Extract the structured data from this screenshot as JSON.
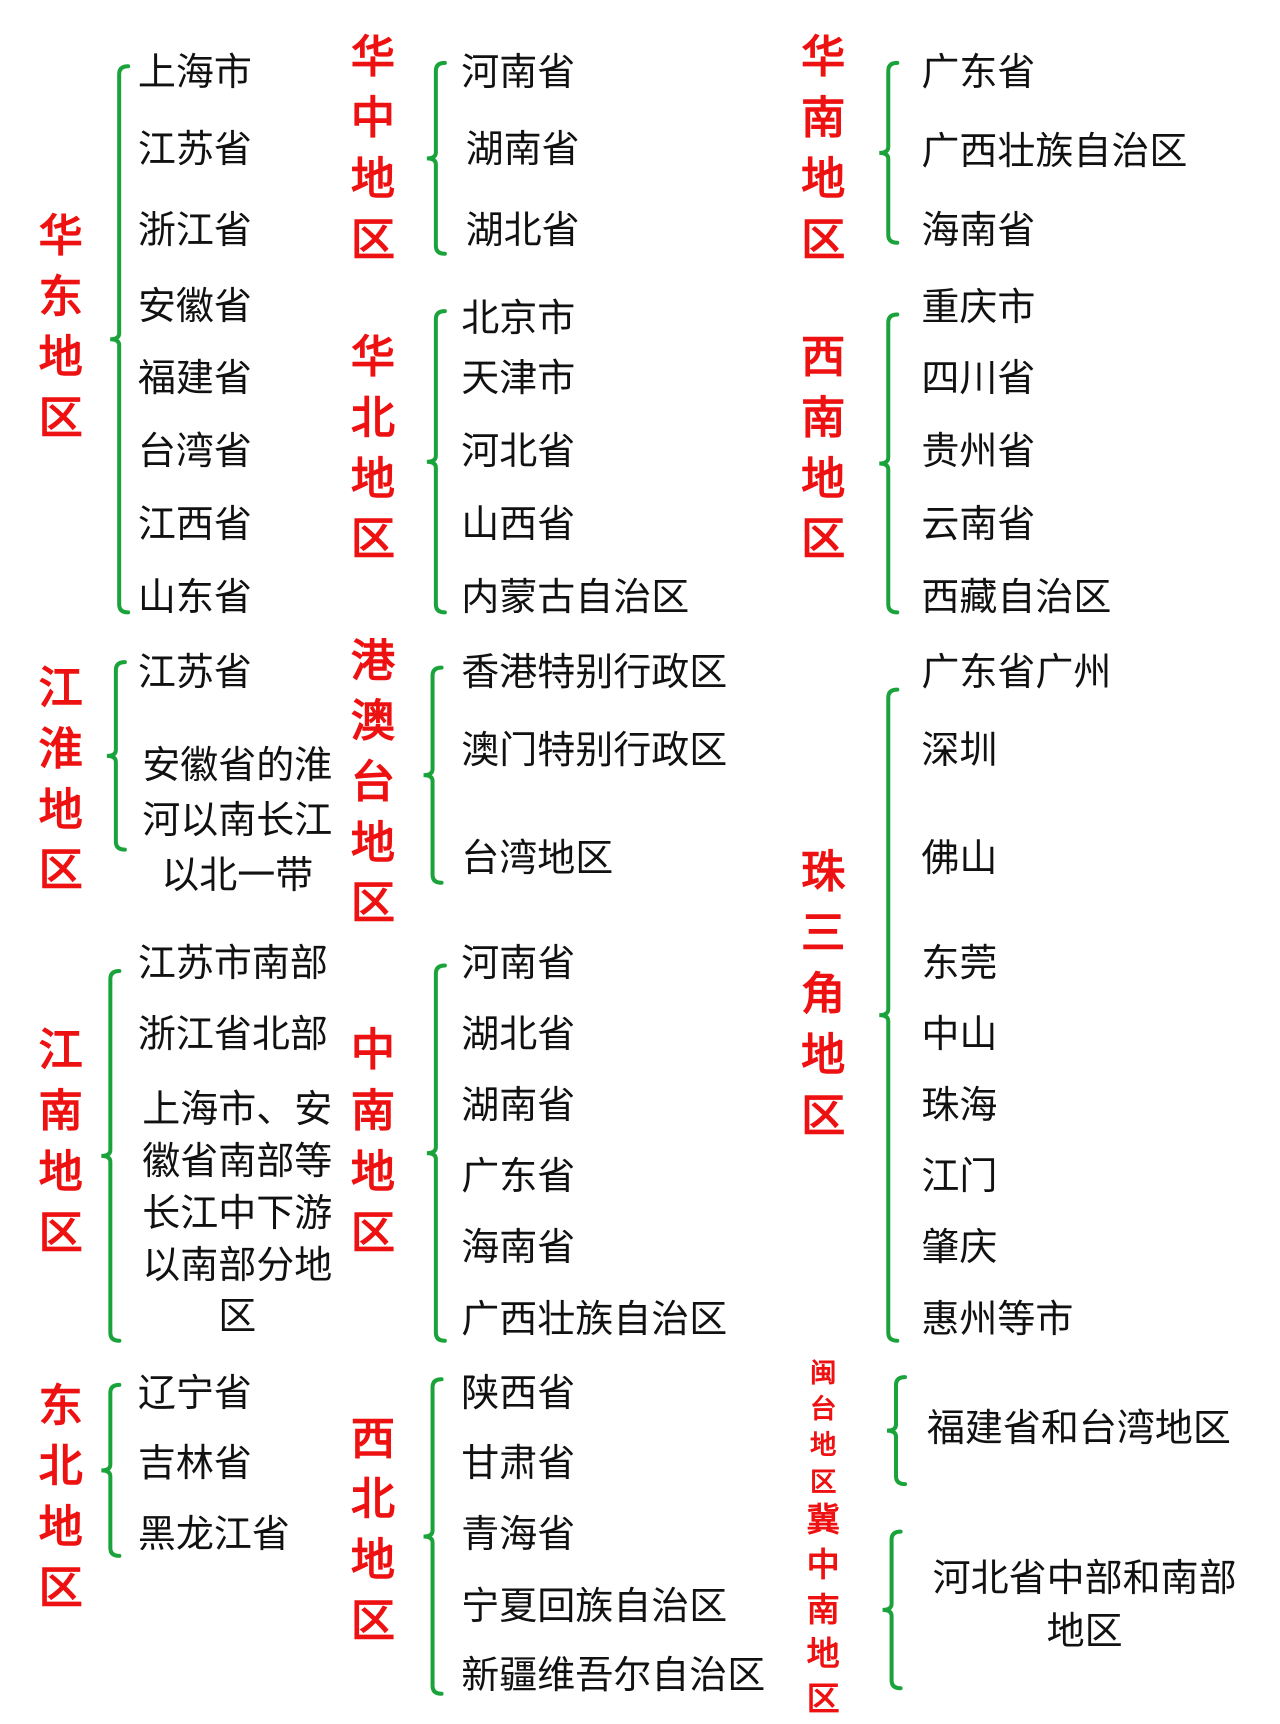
{
  "colors": {
    "label": "#ee1111",
    "brace": "#1aa33a",
    "text": "#111111"
  },
  "groups": [
    {
      "label": "华东地区",
      "items": [
        "上海市",
        "江苏省",
        "浙江省",
        "安徽省",
        "福建省",
        "台湾省",
        "江西省",
        "山东省"
      ]
    },
    {
      "label": "华中地区",
      "items": [
        "河南省",
        "湖南省",
        "湖北省"
      ]
    },
    {
      "label": "华南地区",
      "items": [
        "广东省",
        "广西壮族自治区",
        "海南省"
      ]
    },
    {
      "label": "华北地区",
      "items": [
        "北京市",
        "天津市",
        "河北省",
        "山西省",
        "内蒙古自治区"
      ]
    },
    {
      "label": "西南地区",
      "items": [
        "重庆市",
        "四川省",
        "贵州省",
        "云南省",
        "西藏自治区"
      ]
    },
    {
      "label": "江淮地区",
      "items": [
        "江苏省",
        "安徽省的淮",
        "河以南长江",
        "以北一带"
      ]
    },
    {
      "label": "港澳台地区",
      "items": [
        "香港特别行政区",
        "澳门特别行政区",
        "台湾地区"
      ]
    },
    {
      "label": "珠三角地区",
      "items": [
        "广东省广州",
        "深圳",
        "佛山",
        "东莞",
        "中山",
        "珠海",
        "江门",
        "肇庆",
        "惠州等市"
      ]
    },
    {
      "label": "江南地区",
      "items": [
        "江苏市南部",
        "浙江省北部",
        "上海市、安",
        "徽省南部等",
        "长江中下游",
        "以南部分地",
        "区"
      ]
    },
    {
      "label": "中南地区",
      "items": [
        "河南省",
        "湖北省",
        "湖南省",
        "广东省",
        "海南省",
        "广西壮族自治区"
      ]
    },
    {
      "label": "东北地区",
      "items": [
        "辽宁省",
        "吉林省",
        "黑龙江省"
      ]
    },
    {
      "label": "西北地区",
      "items": [
        "陕西省",
        "甘肃省",
        "青海省",
        "宁夏回族自治区",
        "新疆维吾尔自治区"
      ]
    },
    {
      "label": "闽台地区",
      "items": [
        "福建省和台湾地区"
      ]
    },
    {
      "label": "冀中南地区",
      "items": [
        "河北省中部和南部",
        "地区"
      ]
    }
  ]
}
